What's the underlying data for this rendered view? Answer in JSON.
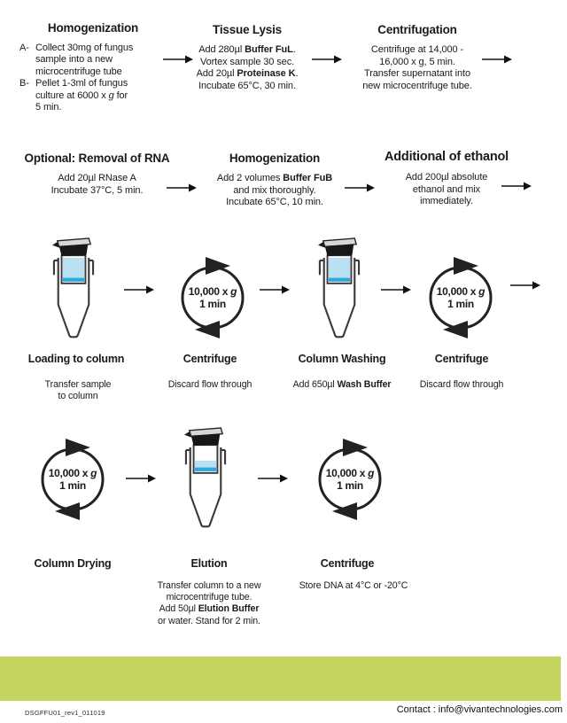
{
  "doc": {
    "footer_code": "DSGFFU01_rev1_011019",
    "footer_contact": "Contact : info@vivantechnologies.com",
    "accent_bar_color": "#c5d45f"
  },
  "colors": {
    "liquid": "#b9e1f4",
    "frit": "#2fa9dd",
    "outline": "#3a3a3a"
  },
  "spin": {
    "line1": "10,000 x *g*",
    "line2": "1 min"
  },
  "row1": {
    "step1": {
      "title": "Homogenization",
      "items": [
        {
          "prefix": "A-",
          "text": "Collect 30mg of fungus\nsample into a new\nmicrocentrifuge tube"
        },
        {
          "prefix": "B-",
          "text": "Pellet 1-3ml of fungus\nculture at 6000 x *g* for\n5 min."
        }
      ]
    },
    "step2": {
      "title": "Tissue Lysis",
      "body": "Add 280µl **Buffer FuL**.\nVortex sample 30 sec.\nAdd 20µl **Proteinase K**.\nIncubate 65°C, 30 min."
    },
    "step3": {
      "title": "Centrifugation",
      "body": "Centrifuge at 14,000 -\n16,000 x g, 5 min.\nTransfer supernatant into\nnew microcentrifuge tube."
    }
  },
  "row2": {
    "step1": {
      "title": "Optional: Removal of RNA",
      "body": "Add 20µl RNase A\nIncubate 37°C, 5 min."
    },
    "step2": {
      "title": "Homogenization",
      "body": "Add 2 volumes **Buffer FuB**\nand mix thoroughly.\nIncubate 65°C, 10 min."
    },
    "step3": {
      "title": "Additional of ethanol",
      "body": "Add 200µl absolute\nethanol and mix\nimmediately."
    }
  },
  "row3": {
    "label1": {
      "title": "Loading to column",
      "desc": "Transfer sample\nto column"
    },
    "label2": {
      "title": "Centrifuge",
      "desc": "Discard flow through"
    },
    "label3": {
      "title": "Column Washing",
      "desc": "Add 650µl **Wash Buffer**"
    },
    "label4": {
      "title": "Centrifuge",
      "desc": "Discard flow through"
    }
  },
  "row4": {
    "label1": {
      "title": "Column Drying",
      "desc": ""
    },
    "label2": {
      "title": "Elution",
      "desc": "Transfer column to a new\nmicrocentrifuge tube.\nAdd 50µl **Elution Buffer**\nor water. Stand for 2 min."
    },
    "label3": {
      "title": "Centrifuge",
      "desc": "Store DNA at 4°C or -20°C"
    }
  }
}
